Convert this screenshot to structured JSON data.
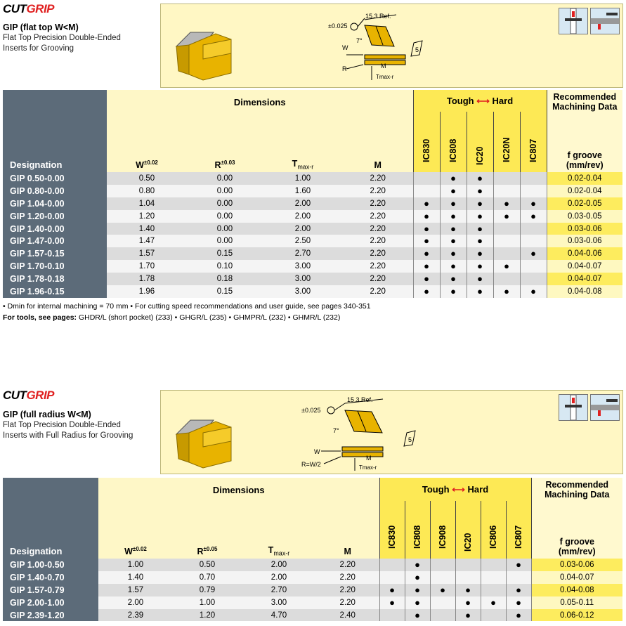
{
  "sections": [
    {
      "brand_a": "CUT",
      "brand_b": "GRIP",
      "title": "GIP (flat top W<M)",
      "subtitle_1": "Flat Top Precision Double-Ended",
      "subtitle_2": "Inserts for Grooving",
      "figure": {
        "tol": "±0.025",
        "ref": "15.3 Ref.",
        "angle": "7°",
        "w": "W",
        "r": "R",
        "m": "M",
        "tmax": "Tmax-r",
        "five": "5"
      },
      "headers": {
        "designation": "Designation",
        "dimensions": "Dimensions",
        "tough": "Tough",
        "hard": "Hard",
        "rec_1": "Recommended",
        "rec_2": "Machining Data",
        "w": "W",
        "w_tol": "±0.02",
        "r": "R",
        "r_tol": "±0.03",
        "t": "T",
        "t_sub": "max-r",
        "m": "M",
        "fg_1": "f groove",
        "fg_2": "(mm/rev)"
      },
      "grades": [
        "IC830",
        "IC808",
        "IC20",
        "IC20N",
        "IC807"
      ],
      "rows": [
        {
          "des": "GIP 0.50-0.00",
          "w": "0.50",
          "r": "0.00",
          "t": "1.00",
          "m": "2.20",
          "g": [
            "",
            "●",
            "●",
            "",
            ""
          ],
          "f": "0.02-0.04"
        },
        {
          "des": "GIP 0.80-0.00",
          "w": "0.80",
          "r": "0.00",
          "t": "1.60",
          "m": "2.20",
          "g": [
            "",
            "●",
            "●",
            "",
            ""
          ],
          "f": "0.02-0.04"
        },
        {
          "des": "GIP 1.04-0.00",
          "w": "1.04",
          "r": "0.00",
          "t": "2.00",
          "m": "2.20",
          "g": [
            "●",
            "●",
            "●",
            "●",
            "●"
          ],
          "f": "0.02-0.05"
        },
        {
          "des": "GIP 1.20-0.00",
          "w": "1.20",
          "r": "0.00",
          "t": "2.00",
          "m": "2.20",
          "g": [
            "●",
            "●",
            "●",
            "●",
            "●"
          ],
          "f": "0.03-0.05"
        },
        {
          "des": "GIP 1.40-0.00",
          "w": "1.40",
          "r": "0.00",
          "t": "2.00",
          "m": "2.20",
          "g": [
            "●",
            "●",
            "●",
            "",
            ""
          ],
          "f": "0.03-0.06"
        },
        {
          "des": "GIP 1.47-0.00",
          "w": "1.47",
          "r": "0.00",
          "t": "2.50",
          "m": "2.20",
          "g": [
            "●",
            "●",
            "●",
            "",
            ""
          ],
          "f": "0.03-0.06"
        },
        {
          "des": "GIP 1.57-0.15",
          "w": "1.57",
          "r": "0.15",
          "t": "2.70",
          "m": "2.20",
          "g": [
            "●",
            "●",
            "●",
            "",
            "●"
          ],
          "f": "0.04-0.06"
        },
        {
          "des": "GIP 1.70-0.10",
          "w": "1.70",
          "r": "0.10",
          "t": "3.00",
          "m": "2.20",
          "g": [
            "●",
            "●",
            "●",
            "●",
            ""
          ],
          "f": "0.04-0.07"
        },
        {
          "des": "GIP 1.78-0.18",
          "w": "1.78",
          "r": "0.18",
          "t": "3.00",
          "m": "2.20",
          "g": [
            "●",
            "●",
            "●",
            "",
            ""
          ],
          "f": "0.04-0.07"
        },
        {
          "des": "GIP 1.96-0.15",
          "w": "1.96",
          "r": "0.15",
          "t": "3.00",
          "m": "2.20",
          "g": [
            "●",
            "●",
            "●",
            "●",
            "●"
          ],
          "f": "0.04-0.08"
        }
      ],
      "note_1": "• Dmin for internal machining = 70 mm  •  For cutting speed recommendations and user guide, see pages 340-351",
      "note_2_label": "For tools, see pages:",
      "note_2_text": " GHDR/L (short pocket) (233) • GHGR/L (235) • GHMPR/L (232) • GHMR/L (232)"
    },
    {
      "brand_a": "CUT",
      "brand_b": "GRIP",
      "title": "GIP (full radius W<M)",
      "subtitle_1": "Flat Top Precision Double-Ended",
      "subtitle_2": "Inserts with Full Radius for Grooving",
      "figure": {
        "tol": "±0.025",
        "ref": "15.3 Ref.",
        "angle": "7°",
        "w": "W",
        "r": "R=W/2",
        "m": "M",
        "tmax": "Tmax-r",
        "five": "5"
      },
      "headers": {
        "designation": "Designation",
        "dimensions": "Dimensions",
        "tough": "Tough",
        "hard": "Hard",
        "rec_1": "Recommended",
        "rec_2": "Machining Data",
        "w": "W",
        "w_tol": "±0.02",
        "r": "R",
        "r_tol": "±0.05",
        "t": "T",
        "t_sub": "max-r",
        "m": "M",
        "fg_1": "f groove",
        "fg_2": "(mm/rev)"
      },
      "grades": [
        "IC830",
        "IC808",
        "IC908",
        "IC20",
        "IC806",
        "IC807"
      ],
      "rows": [
        {
          "des": "GIP 1.00-0.50",
          "w": "1.00",
          "r": "0.50",
          "t": "2.00",
          "m": "2.20",
          "g": [
            "",
            "●",
            "",
            "",
            "",
            "●"
          ],
          "f": "0.03-0.06"
        },
        {
          "des": "GIP 1.40-0.70",
          "w": "1.40",
          "r": "0.70",
          "t": "2.00",
          "m": "2.20",
          "g": [
            "",
            "●",
            "",
            "",
            "",
            ""
          ],
          "f": "0.04-0.07"
        },
        {
          "des": "GIP 1.57-0.79",
          "w": "1.57",
          "r": "0.79",
          "t": "2.70",
          "m": "2.20",
          "g": [
            "●",
            "●",
            "●",
            "●",
            "",
            "●"
          ],
          "f": "0.04-0.08"
        },
        {
          "des": "GIP 2.00-1.00",
          "w": "2.00",
          "r": "1.00",
          "t": "3.00",
          "m": "2.20",
          "g": [
            "●",
            "●",
            "",
            "●",
            "●",
            "●"
          ],
          "f": "0.05-0.11"
        },
        {
          "des": "GIP 2.39-1.20",
          "w": "2.39",
          "r": "1.20",
          "t": "4.70",
          "m": "2.40",
          "g": [
            "",
            "●",
            "",
            "●",
            "",
            "●"
          ],
          "f": "0.06-0.12"
        }
      ]
    }
  ]
}
